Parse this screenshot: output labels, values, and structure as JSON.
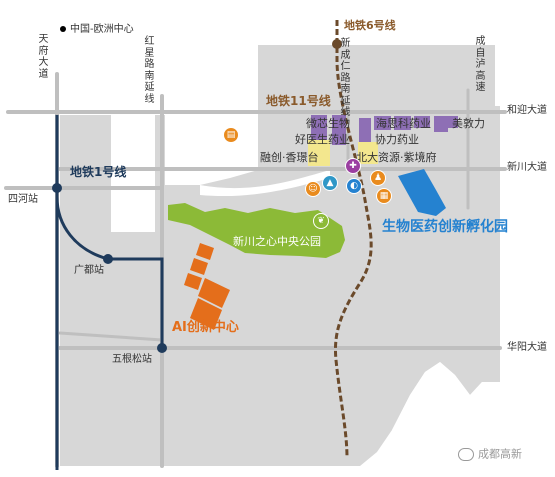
{
  "legend": {
    "text": "中国-欧洲中心"
  },
  "roads": {
    "tianfu": "天府大道",
    "hongxing": "红星路南延线",
    "xincheng": "新成仁路南延线",
    "chengzi": "成自泸高速",
    "heying": "和迎大道",
    "xinchuan": "新川大道",
    "huayang": "华阳大道"
  },
  "metro": {
    "line1": "地铁1号线",
    "line6": "地铁6号线",
    "line11": "地铁11号线",
    "line1_color": "#1f3b5c",
    "line6_color": "#6b4a2b"
  },
  "stations": {
    "sihe": "四河站",
    "guangdu": "广都站",
    "wugensong": "五根松站"
  },
  "zones": {
    "weixin": "微芯生物",
    "haisi": "海思科药业",
    "meidunli": "美敦力",
    "haoyisheng": "好医生药业",
    "xieli": "协力药业",
    "rongchuang": "融创·香璟台",
    "beida": "北大资源·紫境府"
  },
  "areas": {
    "park": "新川之心中央公园",
    "ai_center": "AI创新中心",
    "bio_park": "生物医药创新孵化园"
  },
  "colors": {
    "district": "#d7d7d7",
    "road": "#bfbfbf",
    "park": "#8cba37",
    "ai": "#e46e1b",
    "bio": "#2582d0",
    "purple": "#8e6fb5",
    "yellow": "#f3e78e",
    "poi": "#e98b1e"
  },
  "icons": [
    "metro-station-icon",
    "building-icon",
    "people-icon",
    "school-icon",
    "hospital-icon",
    "leaf-icon",
    "wechat-icon"
  ],
  "watermark": {
    "text": "成都高新"
  }
}
